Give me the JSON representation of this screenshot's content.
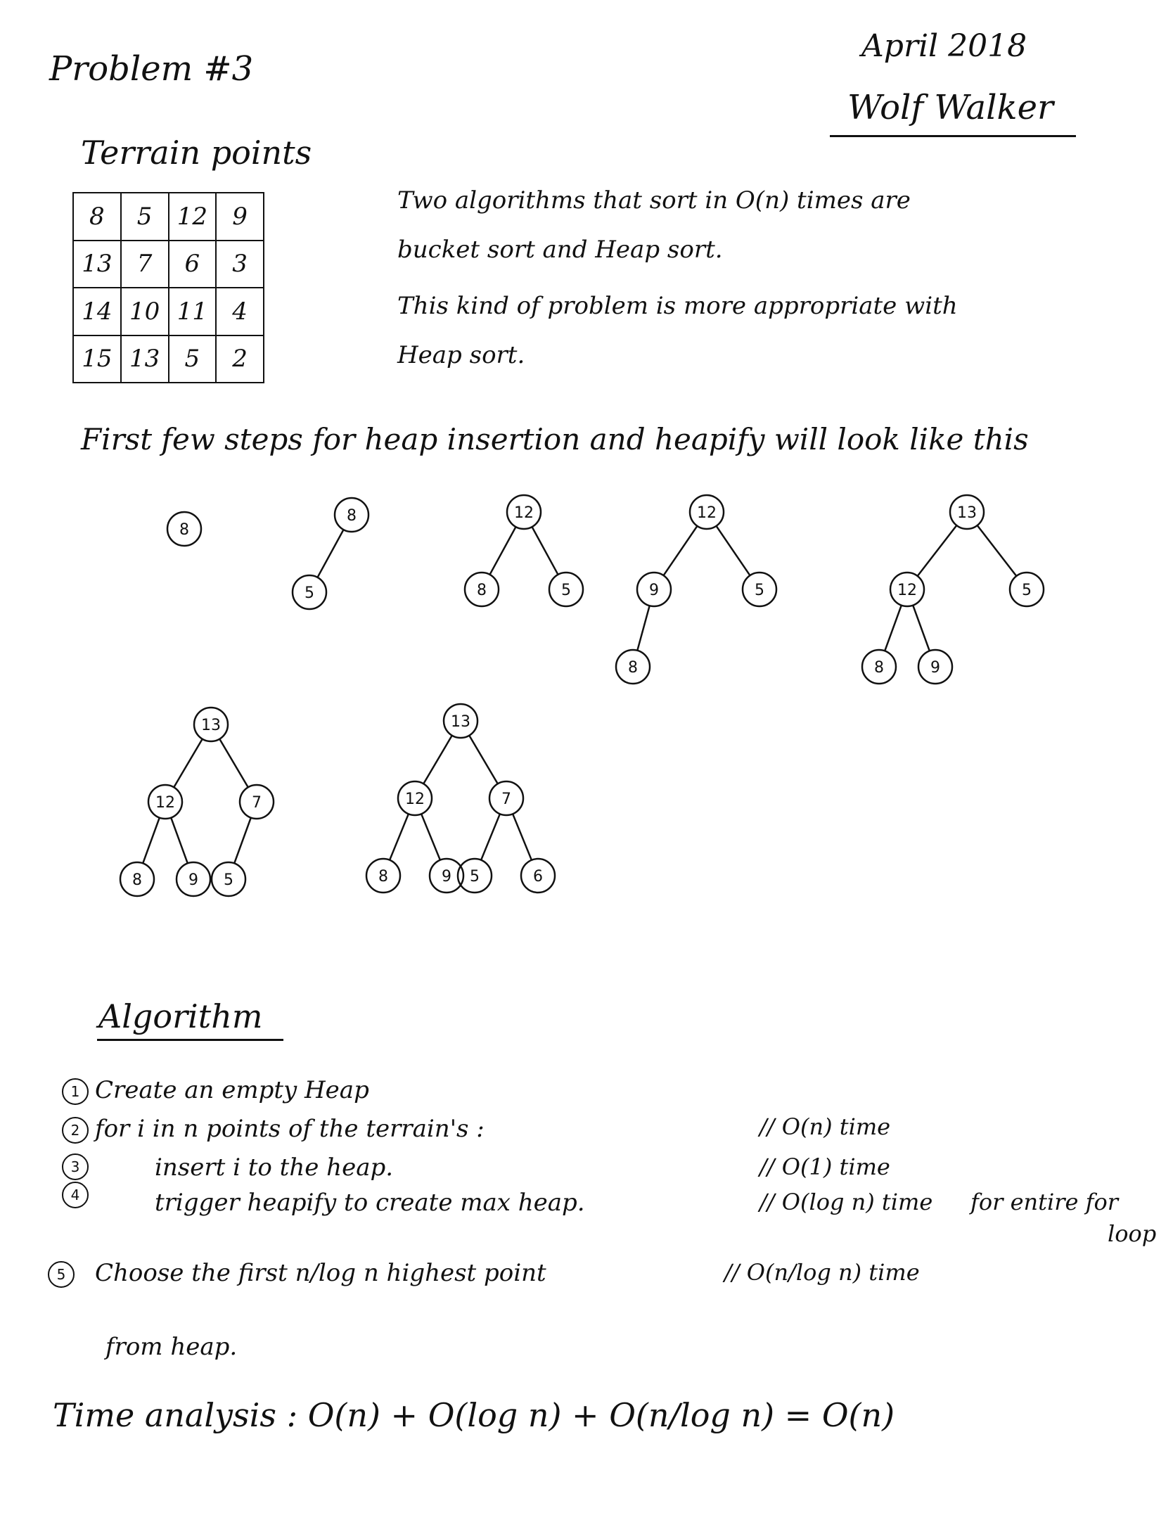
{
  "header": {
    "title": "Problem #3",
    "date": "April 2018",
    "author": "Wolf Walker"
  },
  "terrain": {
    "heading": "Terrain points",
    "grid": [
      [
        "8",
        "5",
        "12",
        "9"
      ],
      [
        "13",
        "7",
        "6",
        "3"
      ],
      [
        "14",
        "10",
        "11",
        "4"
      ],
      [
        "15",
        "13",
        "5",
        "2"
      ]
    ]
  },
  "paragraphs": {
    "p1_line1": "Two algorithms that sort in O(n) times are",
    "p1_line2": "bucket sort and Heap sort.",
    "p2_line1": "This kind of problem is more appropriate with",
    "p2_line2": "Heap sort."
  },
  "heap_steps": {
    "heading": "First few steps for heap insertion and heapify will look like this",
    "trees": [
      [
        "8"
      ],
      [
        "8",
        "5"
      ],
      [
        "12",
        "8",
        "5"
      ],
      [
        "12",
        "9",
        "5",
        "8"
      ],
      [
        "13",
        "12",
        "5",
        "8",
        "9"
      ],
      [
        "13",
        "12",
        "7",
        "8",
        "9",
        "5"
      ],
      [
        "13",
        "12",
        "7",
        "8",
        "9",
        "5",
        "6"
      ]
    ]
  },
  "algorithm": {
    "heading": "Algorithm",
    "step_numbers": [
      "1",
      "2",
      "3",
      "4",
      "5"
    ],
    "step1": "Create an empty Heap",
    "step2": "for i in n points of the terrain's :",
    "step3": "insert i to the heap.",
    "step4": "trigger heapify to create max heap.",
    "step5": "Choose the first n/log n highest point",
    "step5_cont": "from heap.",
    "comment2": "// O(n) time",
    "comment3": "// O(1) time",
    "comment4": "// O(log n) time",
    "comment4_note_a": "for entire for",
    "comment4_note_b": "loop",
    "comment5": "// O(n/log n) time"
  },
  "time_analysis": "Time analysis : O(n) + O(log n) + O(n/log n) = O(n)"
}
